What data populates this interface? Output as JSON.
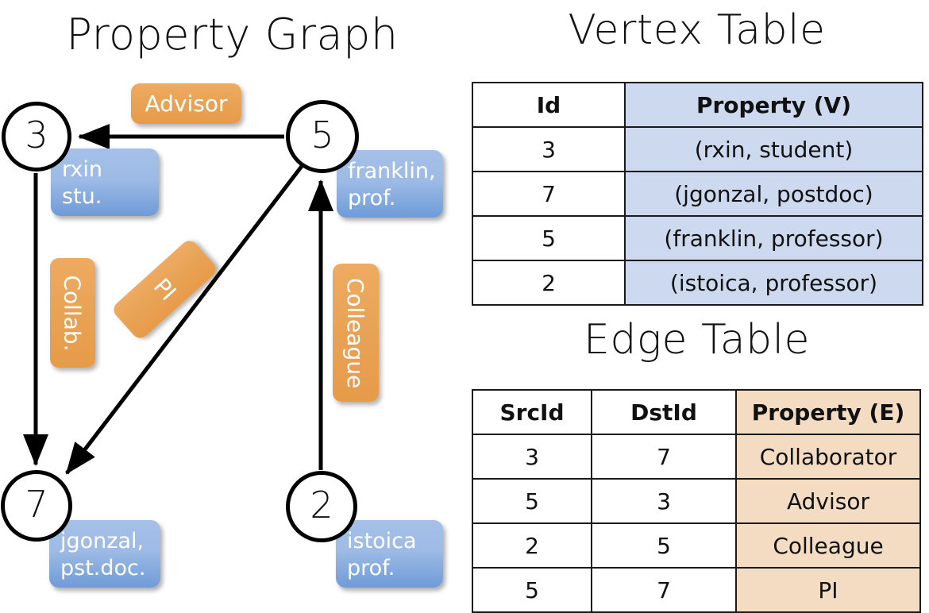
{
  "titles": {
    "graph": "Property Graph",
    "vertex_table": "Vertex Table",
    "edge_table": "Edge Table"
  },
  "graph": {
    "nodes": [
      {
        "id": "3",
        "prop_line1": "rxin",
        "prop_line2": "stu."
      },
      {
        "id": "5",
        "prop_line1": "franklin,",
        "prop_line2": "prof."
      },
      {
        "id": "7",
        "prop_line1": "jgonzal,",
        "prop_line2": "pst.doc."
      },
      {
        "id": "2",
        "prop_line1": "istoica",
        "prop_line2": "prof."
      }
    ],
    "edge_labels": [
      {
        "text": "Advisor"
      },
      {
        "text": "Collab."
      },
      {
        "text": "PI"
      },
      {
        "text": "Colleague"
      }
    ],
    "edges": [
      {
        "src": "5",
        "dst": "3",
        "label": "Advisor"
      },
      {
        "src": "3",
        "dst": "7",
        "label": "Collab."
      },
      {
        "src": "5",
        "dst": "7",
        "label": "PI"
      },
      {
        "src": "2",
        "dst": "5",
        "label": "Colleague"
      }
    ]
  },
  "vertex_table": {
    "headers": [
      "Id",
      "Property (V)"
    ],
    "rows": [
      [
        "3",
        "(rxin, student)"
      ],
      [
        "7",
        "(jgonzal, postdoc)"
      ],
      [
        "5",
        "(franklin, professor)"
      ],
      [
        "2",
        "(istoica, professor)"
      ]
    ]
  },
  "edge_table": {
    "headers": [
      "SrcId",
      "DstId",
      "Property (E)"
    ],
    "rows": [
      [
        "3",
        "7",
        "Collaborator"
      ],
      [
        "5",
        "3",
        "Advisor"
      ],
      [
        "2",
        "5",
        "Colleague"
      ],
      [
        "5",
        "7",
        "PI"
      ]
    ]
  },
  "colors": {
    "vertex_property_fill": "#ccd9ee",
    "edge_property_fill": "#f4dcc3",
    "node_property_bubble": "#8fb1e0",
    "edge_label_chip": "#e9a457",
    "stroke": "#000000"
  }
}
